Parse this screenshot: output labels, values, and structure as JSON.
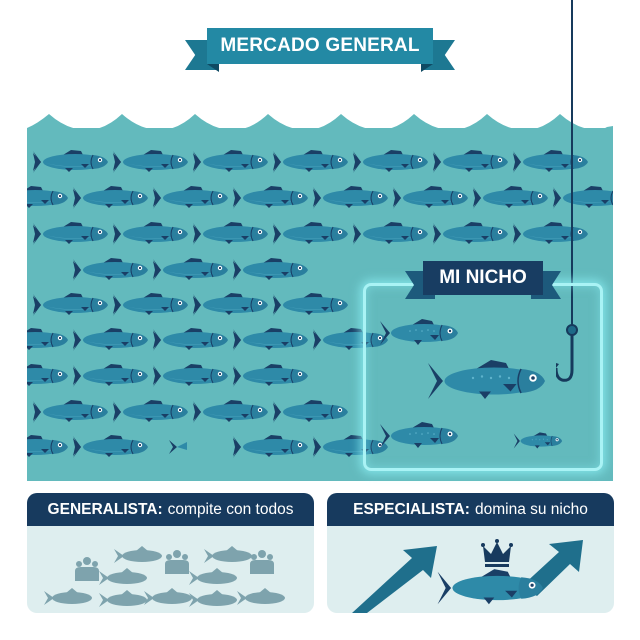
{
  "banner": {
    "title": "MERCADO GENERAL"
  },
  "niche": {
    "title": "MI NICHO"
  },
  "panels": {
    "generalist": {
      "label_bold": "GENERALISTA:",
      "label_rest": "compite con todos"
    },
    "specialist": {
      "label_bold": "ESPECIALISTA:",
      "label_rest": "domina su nicho"
    }
  },
  "colors": {
    "sea": "#63babd",
    "fish_body": "#2e8aa8",
    "fish_fins": "#1a3f66",
    "banner": "#2389a4",
    "navy": "#173a5e",
    "glow": "#a9f3f5",
    "panel_bg": "#deeeef",
    "crowd_icons": "#7ea3ad"
  },
  "icons": [
    "fish-icon",
    "fishing-hook-icon",
    "people-group-icon",
    "crown-icon",
    "arrow-up-right-icon"
  ]
}
